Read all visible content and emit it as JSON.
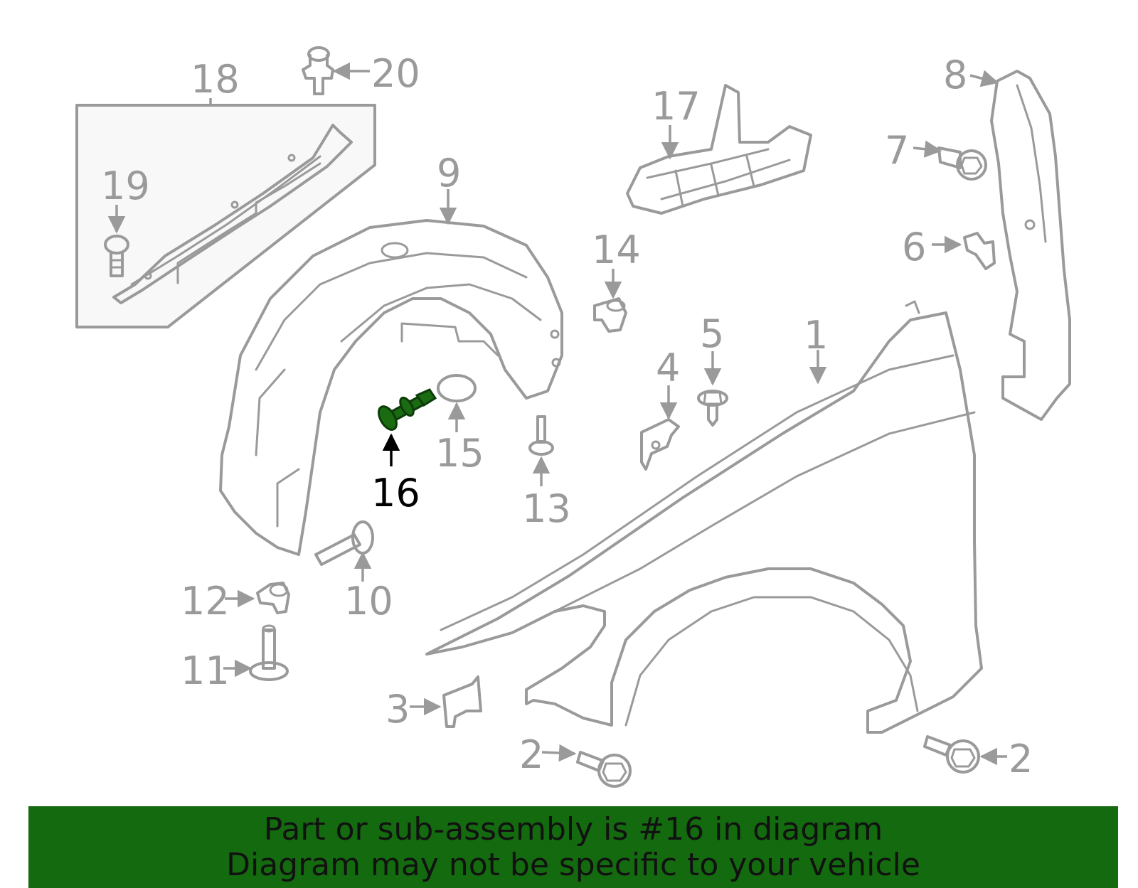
{
  "diagram": {
    "highlighted_part": "16",
    "highlight_color": "#1a6b12",
    "part_color": "#9a9a9a",
    "labels": [
      "1",
      "2",
      "2",
      "3",
      "4",
      "5",
      "6",
      "7",
      "8",
      "9",
      "10",
      "11",
      "12",
      "13",
      "14",
      "15",
      "16",
      "17",
      "18",
      "19",
      "20"
    ]
  },
  "banner": {
    "background": "#146a0f",
    "line1": "Part or sub-assembly is #16 in diagram",
    "line2": "Diagram may not be specific to your vehicle"
  }
}
